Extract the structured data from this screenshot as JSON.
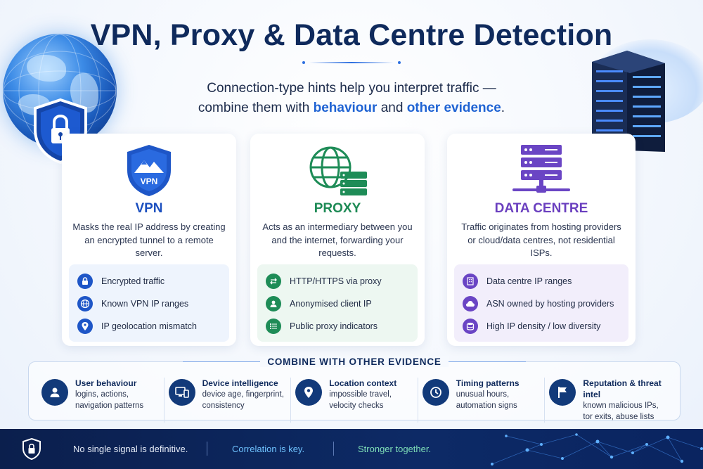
{
  "header": {
    "title": "VPN, Proxy & Data Centre Detection",
    "subtitle_part1": "Connection-type hints help you interpret traffic —",
    "subtitle_part2": "combine them with",
    "subtitle_hl1": "behaviour",
    "subtitle_and": "and",
    "subtitle_hl2": "other evidence",
    "subtitle_end": "."
  },
  "cards": {
    "vpn": {
      "badge": "VPN",
      "title": "VPN",
      "description": "Masks the real IP address by creating an encrypted tunnel to a remote server.",
      "features": [
        {
          "icon": "lock-icon",
          "label": "Encrypted traffic"
        },
        {
          "icon": "globe-icon",
          "label": "Known VPN IP ranges"
        },
        {
          "icon": "location-pin-icon",
          "label": "IP geolocation mismatch"
        }
      ]
    },
    "proxy": {
      "title": "PROXY",
      "description": "Acts as an intermediary between you and the internet, forwarding your requests.",
      "features": [
        {
          "icon": "swap-arrows-icon",
          "label": "HTTP/HTTPS via proxy"
        },
        {
          "icon": "user-icon",
          "label": "Anonymised client IP"
        },
        {
          "icon": "list-icon",
          "label": "Public proxy indicators"
        }
      ]
    },
    "dc": {
      "title": "DATA CENTRE",
      "description": "Traffic originates from hosting providers or cloud/data centres, not residential ISPs.",
      "features": [
        {
          "icon": "building-icon",
          "label": "Data centre IP ranges"
        },
        {
          "icon": "cloud-icon",
          "label": "ASN owned by hosting providers"
        },
        {
          "icon": "database-icon",
          "label": "High IP density / low diversity"
        }
      ]
    }
  },
  "combine": {
    "title": "COMBINE WITH OTHER EVIDENCE",
    "items": [
      {
        "icon": "user-icon",
        "title": "User behaviour",
        "line1": "logins, actions,",
        "line2": "navigation patterns"
      },
      {
        "icon": "devices-icon",
        "title": "Device intelligence",
        "line1": "device age, fingerprint,",
        "line2": "consistency"
      },
      {
        "icon": "location-pin-icon",
        "title": "Location context",
        "line1": "impossible travel,",
        "line2": "velocity checks"
      },
      {
        "icon": "clock-icon",
        "title": "Timing patterns",
        "line1": "unusual hours,",
        "line2": "automation signs"
      },
      {
        "icon": "flag-icon",
        "title": "Reputation & threat intel",
        "line1": "known malicious IPs,",
        "line2": "tor exits, abuse lists"
      }
    ]
  },
  "footer": {
    "message1": "No single signal is definitive.",
    "message2": "Correlation is key.",
    "message3": "Stronger together."
  },
  "colors": {
    "navy": "#0f2a5c",
    "vpn_blue": "#1e56c7",
    "proxy_green": "#1e8c57",
    "dc_purple": "#6a45c4",
    "accent_blue": "#1f63d3"
  }
}
